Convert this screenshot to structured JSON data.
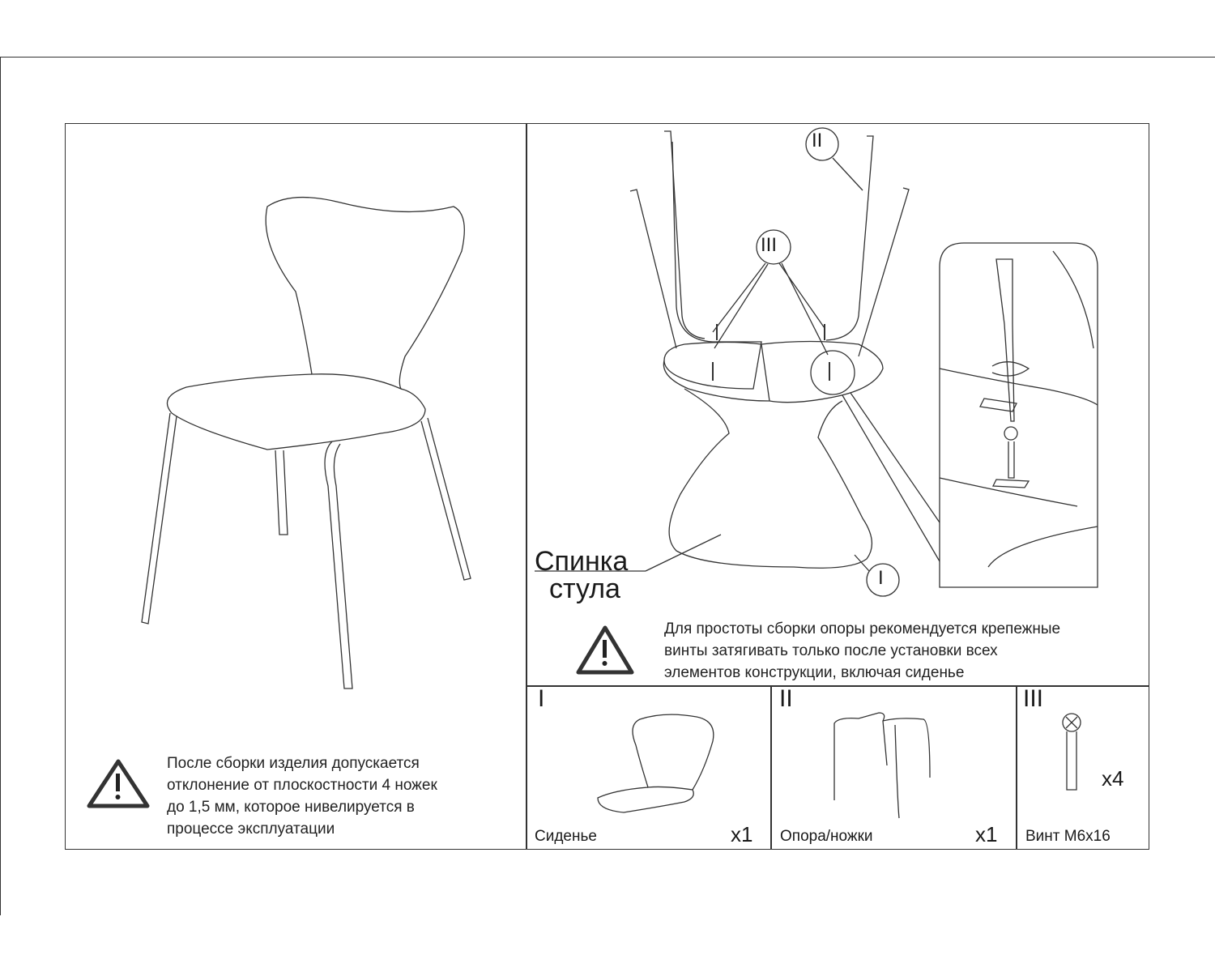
{
  "left_panel": {
    "warning_text": [
      "После сборки изделия допускается",
      "отклонение от плоскостности 4 ножек",
      "до 1,5 мм, которое нивелируется в",
      "процессе эксплуатации"
    ]
  },
  "assembly": {
    "callouts": [
      "I",
      "II",
      "III"
    ],
    "label_line1": "Спинка",
    "label_line2": "стула",
    "warning_text": [
      "Для простоты сборки опоры рекомендуется крепежные",
      "винты затягивать только после установки всех",
      "элементов конструкции, включая сиденье"
    ]
  },
  "parts": [
    {
      "numeral": "I",
      "name": "Сиденье",
      "qty": "x1"
    },
    {
      "numeral": "II",
      "name": "Опора/ножки",
      "qty": "x1"
    },
    {
      "numeral": "III",
      "name": "Винт М6х16",
      "qty": "x4"
    }
  ]
}
